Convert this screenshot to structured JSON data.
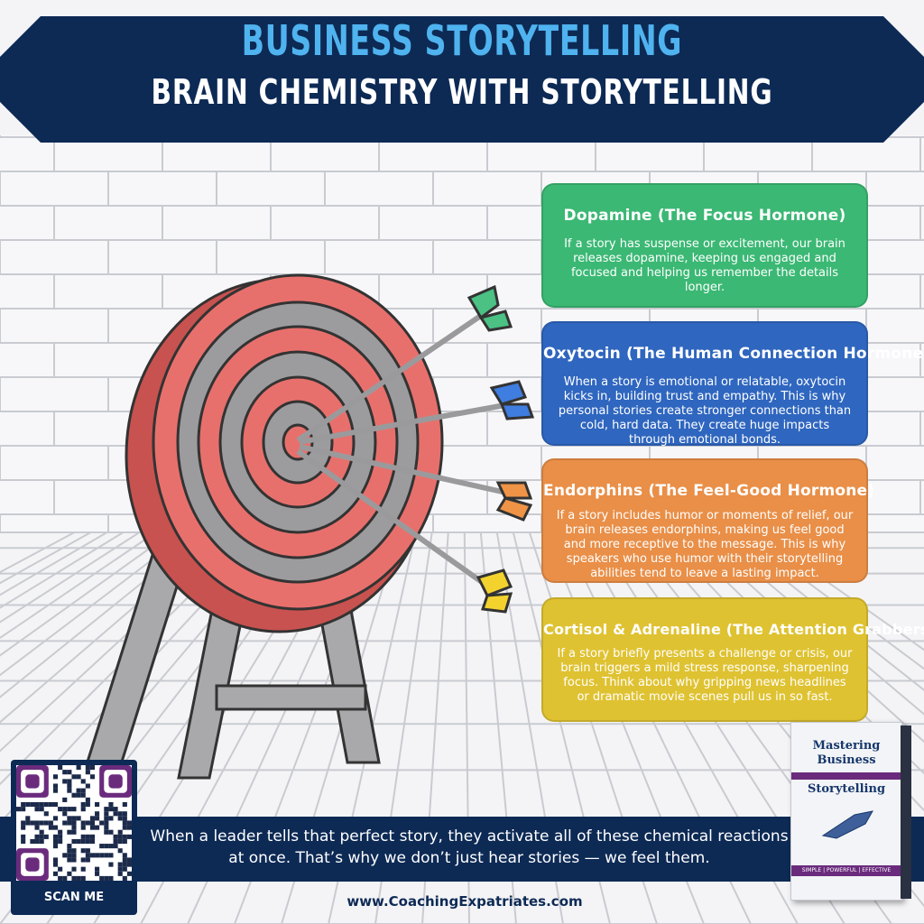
{
  "header": {
    "title": "BUSINESS STORYTELLING",
    "subtitle": "BRAIN CHEMISTRY WITH STORYTELLING"
  },
  "cards": [
    {
      "heading": "Dopamine (The Focus Hormone)",
      "body": "If a story has suspense or excitement, our brain releases dopamine, keeping us engaged and focused and helping us remember the details longer.",
      "color": "#3bb874"
    },
    {
      "heading": "Oxytocin (The Human Connection Hormone)",
      "body": "When a story is emotional or relatable, oxytocin kicks in, building trust and empathy. This is why personal stories create stronger connections than cold, hard data. They create huge impacts through emotional bonds.",
      "color": "#2f66bf"
    },
    {
      "heading": "Endorphins (The Feel-Good Hormone)",
      "body": "If a story includes humor or moments of relief, our brain releases endorphins, making us feel good and more receptive to the message. This is why speakers who use humor with their storytelling abilities tend to leave a lasting impact.",
      "color": "#e98f48"
    },
    {
      "heading": "Cortisol & Adrenaline (The Attention Grabbers)",
      "body": "If a story briefly presents a challenge or crisis, our brain triggers a mild stress response, sharpening focus. Think about why gripping news headlines or dramatic movie scenes pull us in so fast.",
      "color": "#dfc231"
    }
  ],
  "footer": {
    "message": "When a leader tells that perfect story, they activate all of these chemical reactions at once. That’s why we don’t just hear stories — we feel them.",
    "url": "www.CoachingExpatriates.com",
    "qr_label": "SCAN ME"
  },
  "book": {
    "title_line1": "Mastering",
    "title_line2": "Business",
    "title_line3": "Storytelling",
    "tagline": "SIMPLE | POWERFUL | EFFECTIVE"
  },
  "colors": {
    "navy": "#0d2a55",
    "title_blue": "#4fb3ef",
    "target_red": "#e8706c",
    "target_gray": "#9c9c9e"
  }
}
